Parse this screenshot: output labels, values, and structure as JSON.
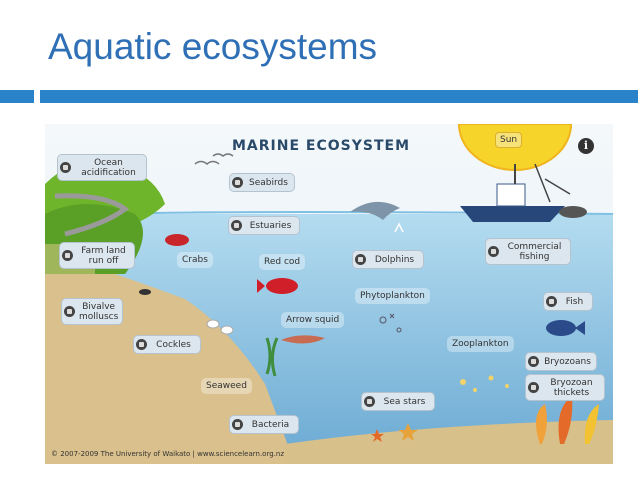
{
  "slide": {
    "title": "Aquatic ecosystems"
  },
  "diagram": {
    "title": "MARINE ECOSYSTEM",
    "copyright": "© 2007-2009 The University of Waikato | www.sciencelearn.org.nz",
    "info_button": "i",
    "labels": {
      "sun": "Sun",
      "ocean_acidification": "Ocean acidification",
      "seabirds": "Seabirds",
      "estuaries": "Estuaries",
      "farm_land_run_off": "Farm land run off",
      "crabs": "Crabs",
      "red_cod": "Red cod",
      "dolphins": "Dolphins",
      "commercial_fishing": "Commercial fishing",
      "phytoplankton": "Phytoplankton",
      "fish": "Fish",
      "bivalve_molluscs": "Bivalve molluscs",
      "arrow_squid": "Arrow squid",
      "cockles": "Cockles",
      "zooplankton": "Zooplankton",
      "bryozoans": "Bryozoans",
      "bryozoan_thickets": "Bryozoan thickets",
      "seaweed": "Seaweed",
      "sea_stars": "Sea stars",
      "bacteria": "Bacteria"
    },
    "colors": {
      "sky": "#eaf3f8",
      "water_top": "#a9d6ee",
      "water_bottom": "#6fb0d6",
      "sand": "#d9c08c",
      "grass": "#6fb52c",
      "sun": "#f7d42a",
      "accent": "#2a83c8"
    }
  }
}
